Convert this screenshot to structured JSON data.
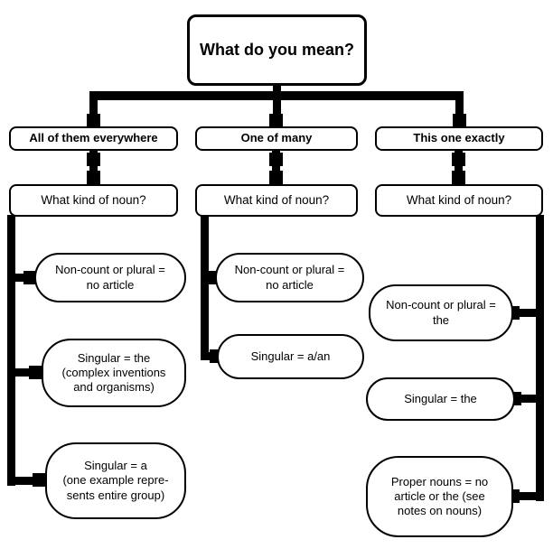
{
  "title": "What do you mean?",
  "branches": [
    {
      "label": "All of them everywhere",
      "question": "What kind of noun?",
      "leaves": [
        "Non-count or plural =\nno article",
        "Singular = the\n(complex inventions\nand organisms)",
        "Singular = a\n(one example repre-\nsents entire group)"
      ]
    },
    {
      "label": "One of many",
      "question": "What kind of noun?",
      "leaves": [
        "Non-count or plural =\nno article",
        "Singular = a/an"
      ]
    },
    {
      "label": "This one exactly",
      "question": "What kind of noun?",
      "leaves": [
        "Non-count or plural =\nthe",
        "Singular = the",
        "Proper nouns = no\narticle or the (see\nnotes on nouns)"
      ]
    }
  ],
  "colors": {
    "line": "#000000",
    "background": "#ffffff"
  }
}
